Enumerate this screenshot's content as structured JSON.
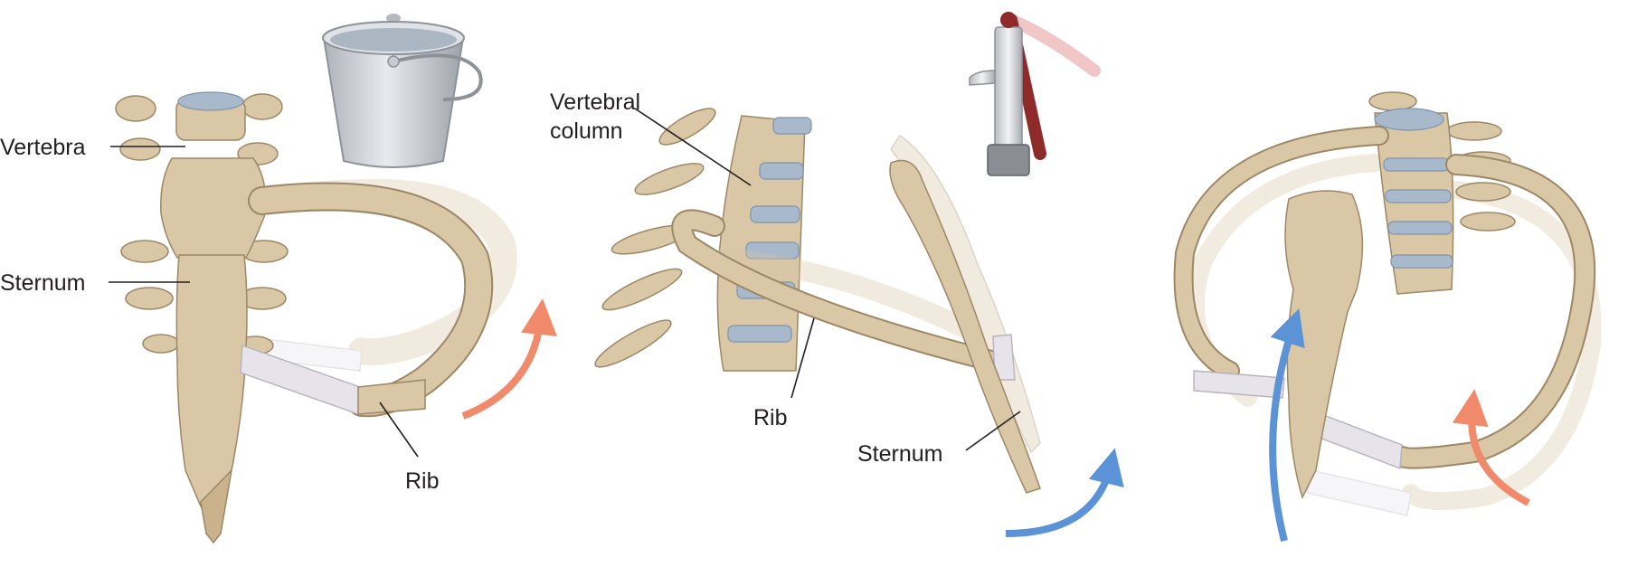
{
  "labels": {
    "vertebra": "Vertebra",
    "sternum_left": "Sternum",
    "rib_left": "Rib",
    "vertebral_column_line1": "Vertebral",
    "vertebral_column_line2": "column",
    "rib_middle": "Rib",
    "sternum_middle": "Sternum"
  },
  "colors": {
    "bone": "#d9c7a6",
    "bone_outline": "#9c8766",
    "disc": "#a9b9cc",
    "cartilage": "#e6e3ea",
    "elevation_arrow": "#f08a6a",
    "forward_arrow": "#5b93d6",
    "pump_handle": "#8e2a2a",
    "bucket": "#c9cdd3",
    "text": "#231f20"
  },
  "icons": {
    "left_analogy": "bucket-handle-icon",
    "middle_analogy": "water-pump-handle-icon"
  }
}
